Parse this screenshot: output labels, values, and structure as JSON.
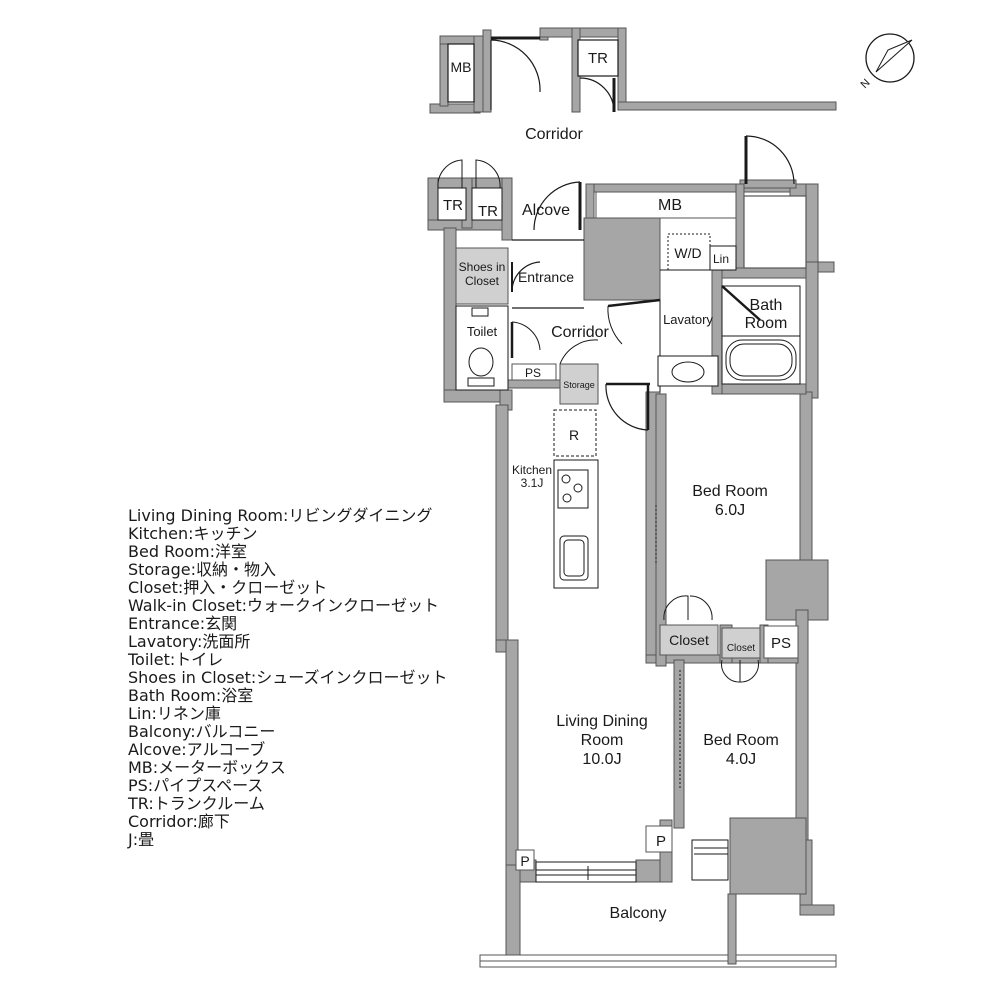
{
  "rooms": {
    "mb_top": "MB",
    "tr_top": "TR",
    "corridor_top": "Corridor",
    "tr_1": "TR",
    "tr_2": "TR",
    "alcove": "Alcove",
    "mb": "MB",
    "wd": "W/D",
    "lin": "Lin",
    "shoes_1": "Shoes in",
    "shoes_2": "Closet",
    "entrance": "Entrance",
    "bath_1": "Bath",
    "bath_2": "Room",
    "lavatory": "Lavatory",
    "toilet": "Toilet",
    "corridor": "Corridor",
    "ps_left": "PS",
    "storage": "Storage",
    "fridge": "R",
    "kitchen_1": "Kitchen",
    "kitchen_2": "3.1J",
    "bed1_1": "Bed Room",
    "bed1_2": "6.0J",
    "closet_1": "Closet",
    "closet_2": "Closet",
    "ps_right": "PS",
    "ldr_1": "Living Dining",
    "ldr_2": "Room",
    "ldr_3": "10.0J",
    "bed2_1": "Bed Room",
    "bed2_2": "4.0J",
    "p1": "P",
    "p2": "P",
    "balcony": "Balcony",
    "north": "N"
  },
  "legend": [
    "Living Dining Room:リビングダイニング",
    "Kitchen:キッチン",
    "Bed Room:洋室",
    "Storage:収納・物入",
    "Closet:押入・クローゼット",
    "Walk-in Closet:ウォークインクローゼット",
    "Entrance:玄関",
    "Lavatory:洗面所",
    "Toilet:トイレ",
    "Shoes in Closet:シューズインクローゼット",
    "Bath Room:浴室",
    "Lin:リネン庫",
    "Balcony:バルコニー",
    "Alcove:アルコーブ",
    "MB:メーターボックス",
    "PS:パイプスペース",
    "TR:トランクルーム",
    "Corridor:廊下",
    "J:畳"
  ],
  "colors": {
    "wall": "#a6a6a6",
    "wall_edge": "#555555",
    "storage_fill": "#d0d0d0",
    "line": "#1a1a1a"
  }
}
